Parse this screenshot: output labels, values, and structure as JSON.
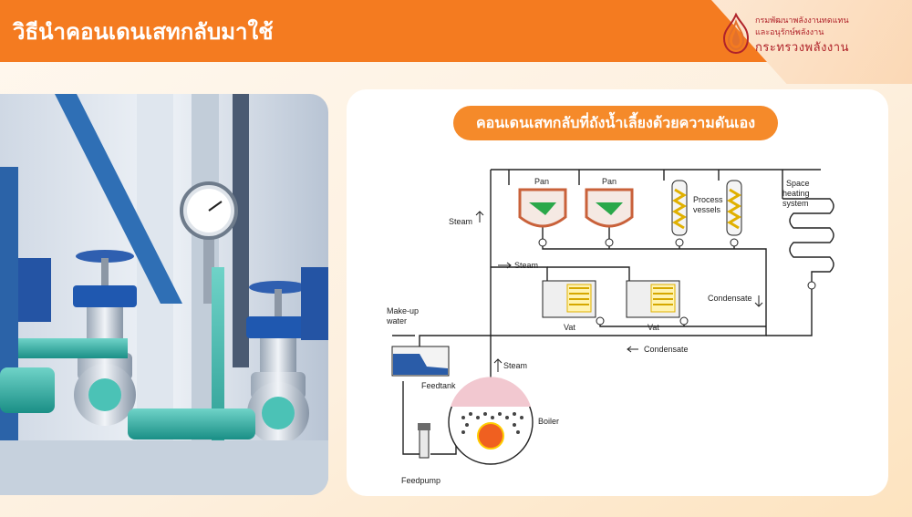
{
  "slide": {
    "title": "วิธีนำคอนเดนเสทกลับมาใช้"
  },
  "logo": {
    "line1": "กรมพัฒนาพลังงานทดแทน",
    "line2": "และอนุรักษ์พลังงาน",
    "line3": "กระทรวงพลังงาน",
    "icon": "flame-emblem-icon"
  },
  "photo": {
    "subject": "industrial-valves-and-pressure-gauge"
  },
  "diagram": {
    "heading": "คอนเดนเสทกลับที่ถังน้ำเลี้ยงด้วยความดันเอง",
    "labels": {
      "pan1": "Pan",
      "pan2": "Pan",
      "process_vessels": "Process\nvessels",
      "process_line1": "Process",
      "process_line2": "vessels",
      "space_heating1": "Space",
      "space_heating2": "heating",
      "space_heating3": "system",
      "steam_up": "Steam",
      "steam_right": "Steam",
      "steam_boiler": "Steam",
      "condensate_down": "Condensate",
      "condensate_left": "Condensate",
      "vat1": "Vat",
      "vat2": "Vat",
      "makeup1": "Make-up",
      "makeup2": "water",
      "feedtank": "Feedtank",
      "boiler": "Boiler",
      "feedpump": "Feedpump"
    },
    "colors": {
      "pan": "#c9613a",
      "pan_fill": "#2aa84a",
      "vat_coil": "#f2c400",
      "boiler_top": "#f2c8d0",
      "boiler_fire": "#f06020",
      "water": "#2a5ca8"
    }
  }
}
